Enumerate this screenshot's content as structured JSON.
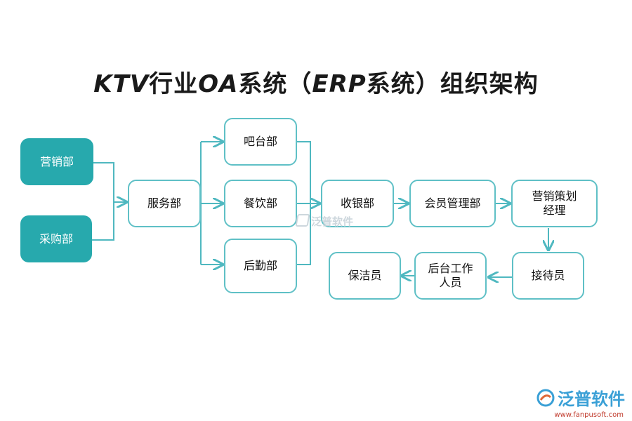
{
  "title": {
    "latin_prefix": "KTV",
    "middle1": "行业",
    "latin_mid": "OA",
    "middle2": "系统（",
    "latin_erp": "ERP",
    "suffix": "系统）组织架构"
  },
  "nodes": {
    "marketing": "营销部",
    "procurement": "采购部",
    "service": "服务部",
    "bar": "吧台部",
    "catering": "餐饮部",
    "logistics": "后勤部",
    "cashier": "收银部",
    "membership": "会员管理部",
    "marketing_manager": "营销策划\n经理",
    "receptionist": "接待员",
    "backstage_staff": "后台工作\n人员",
    "cleaner": "保洁员"
  },
  "watermark": {
    "text": "泛普软件"
  },
  "brand": {
    "name": "泛普软件",
    "url": "www.fanpusoft.com"
  },
  "colors": {
    "accent": "#27a9ad",
    "outline": "#5fc0c6",
    "arrow": "#4fb8c0"
  }
}
